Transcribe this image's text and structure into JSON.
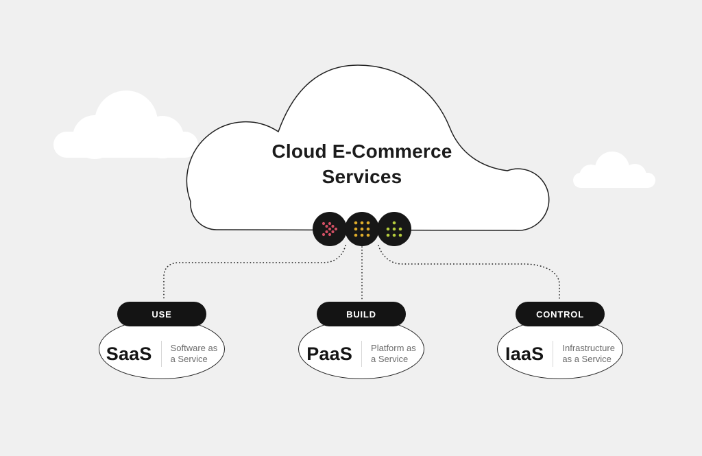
{
  "title": {
    "line1": "Cloud E-Commerce",
    "line2": "Services"
  },
  "hub": {
    "icons": [
      {
        "name": "dotted-chevrons-right-icon",
        "color": "#d14f63"
      },
      {
        "name": "dotted-grid-icon",
        "color": "#dfac2a"
      },
      {
        "name": "dotted-home-up-icon",
        "color": "#b5cc3d"
      }
    ]
  },
  "nodes": [
    {
      "badge": "USE",
      "abbr": "SaaS",
      "desc_line1": "Software as",
      "desc_line2": "a Service"
    },
    {
      "badge": "BUILD",
      "abbr": "PaaS",
      "desc_line1": "Platform as",
      "desc_line2": "a Service"
    },
    {
      "badge": "CONTROL",
      "abbr": "IaaS",
      "desc_line1": "Infrastructure",
      "desc_line2": "as a Service"
    }
  ],
  "colors": {
    "background": "#f0f0f0",
    "cloud_fill": "#ffffff",
    "outline": "#202020",
    "hub_circle": "#171717",
    "badge_bg": "#141414",
    "badge_text": "#ffffff",
    "abbr_text": "#151515",
    "desc_text": "#6a6a6a",
    "divider": "#d6d6d6"
  }
}
